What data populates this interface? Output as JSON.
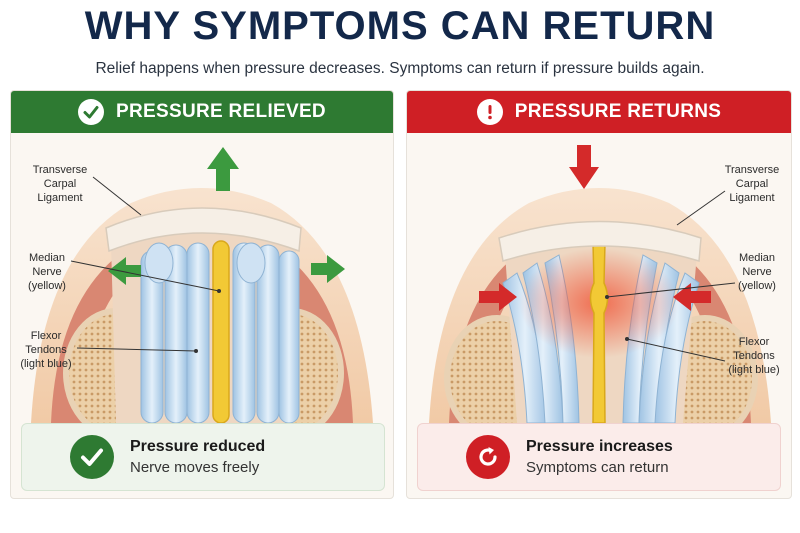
{
  "header": {
    "title": "WHY SYMPTOMS CAN RETURN",
    "subtitle": "Relief happens when pressure decreases. Symptoms can return if pressure builds again."
  },
  "panels": {
    "left": {
      "banner_label": "PRESSURE RELIEVED",
      "banner_icon": "check-circle-icon",
      "annotations": {
        "ligament": "Transverse\nCarpal\nLigament",
        "nerve": "Median\nNerve\n(yellow)",
        "tendons": "Flexor\nTendons\n(light blue)"
      },
      "status_title": "Pressure reduced",
      "status_sub": "Nerve moves freely",
      "status_icon": "check-icon",
      "arrow_direction": "outward"
    },
    "right": {
      "banner_label": "PRESSURE RETURNS",
      "banner_icon": "exclamation-circle-icon",
      "annotations": {
        "ligament": "Transverse\nCarpal\nLigament",
        "nerve": "Median\nNerve\n(yellow)",
        "tendons": "Flexor\nTendons\n(light blue)"
      },
      "status_title": "Pressure increases",
      "status_sub": "Symptoms can return",
      "status_icon": "recurring-arrow-icon",
      "arrow_direction": "inward"
    }
  },
  "colors": {
    "relief_green": "#2e7a32",
    "pressure_red": "#cf1f25",
    "nerve_yellow": "#f2c935",
    "tendon_blue": "#b9d6ee",
    "ligament": "#f3ebe1",
    "bone": "#e9c9a0",
    "title_navy": "#13284a"
  }
}
